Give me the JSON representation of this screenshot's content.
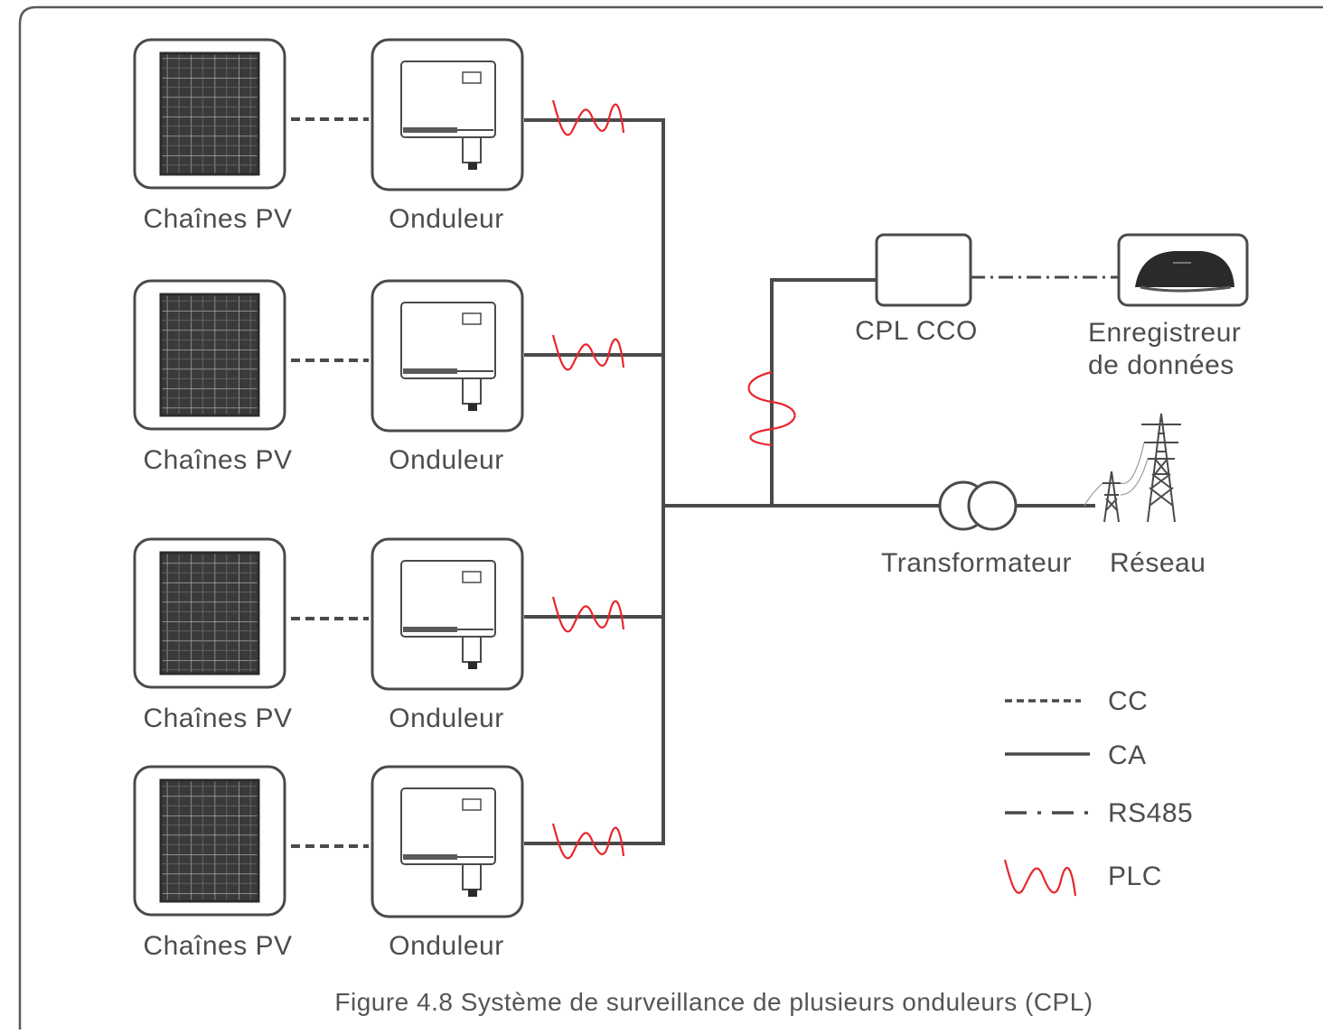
{
  "rows": [
    {
      "pv_label": "Chaînes PV",
      "inverter_label": "Onduleur"
    },
    {
      "pv_label": "Chaînes PV",
      "inverter_label": "Onduleur"
    },
    {
      "pv_label": "Chaînes PV",
      "inverter_label": "Onduleur"
    },
    {
      "pv_label": "Chaînes PV",
      "inverter_label": "Onduleur"
    }
  ],
  "cco_label": "CPL CCO",
  "logger_label_line1": "Enregistreur",
  "logger_label_line2": "de données",
  "transformer_label": "Transformateur",
  "grid_label": "Réseau",
  "legend": [
    {
      "style": "dashed",
      "label": "CC"
    },
    {
      "style": "solid",
      "label": "CA"
    },
    {
      "style": "dash-dot",
      "label": "RS485"
    },
    {
      "style": "wave",
      "label": "PLC"
    }
  ],
  "caption": "Figure 4.8 Système de surveillance de plusieurs onduleurs (CPL)",
  "colors": {
    "line": "#4a4a4a",
    "plc": "#e8262d",
    "panel": "#3d3d3d"
  },
  "icons": {
    "pv": "solar-panel-icon",
    "inverter": "inverter-icon",
    "cco": "cco-box-icon",
    "logger": "data-logger-icon",
    "transformer": "transformer-icon",
    "grid": "power-tower-icon"
  }
}
